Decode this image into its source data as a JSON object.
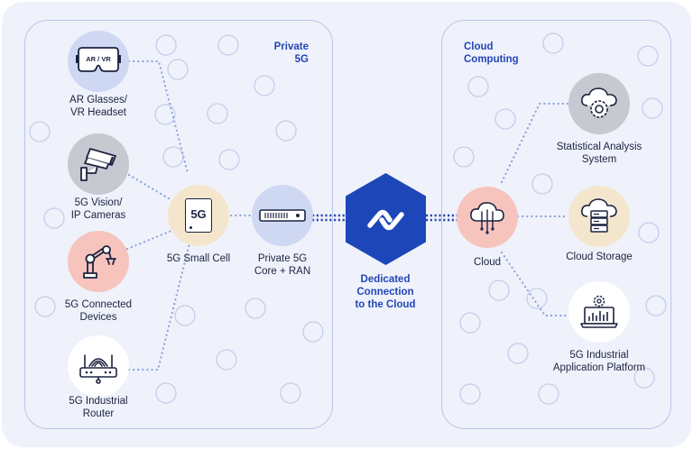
{
  "private": {
    "title_line1": "Private",
    "title_line2": "5G"
  },
  "cloud_computing": {
    "title_line1": "Cloud",
    "title_line2": "Computing"
  },
  "devices": {
    "ar": {
      "line1": "AR Glasses/",
      "line2": "VR Headset",
      "badge": "AR / VR"
    },
    "vision": {
      "line1": "5G Vision/",
      "line2": "IP Cameras"
    },
    "connected": {
      "line1": "5G Connected",
      "line2": "Devices"
    },
    "router": {
      "line1": "5G Industrial",
      "line2": "Router"
    }
  },
  "small_cell": {
    "label": "5G Small Cell",
    "chip_text": "5G"
  },
  "core": {
    "line1": "Private 5G",
    "line2": "Core + RAN"
  },
  "dedicated": {
    "line1": "Dedicated",
    "line2": "Connection",
    "line3": "to the Cloud"
  },
  "cloud": {
    "label": "Cloud"
  },
  "services": {
    "stats": {
      "line1": "Statistical Analysis",
      "line2": "System"
    },
    "storage": {
      "label": "Cloud Storage"
    },
    "platform": {
      "line1": "5G Industrial",
      "line2": "Application Platform"
    }
  },
  "colors": {
    "accent": "#2346b8",
    "hex": "#1d47b8",
    "gray_node": "#c7c8d0",
    "blue_node": "#cfd8f2",
    "pink_node": "#f7c4bd",
    "beige_node": "#f4e6cc"
  }
}
